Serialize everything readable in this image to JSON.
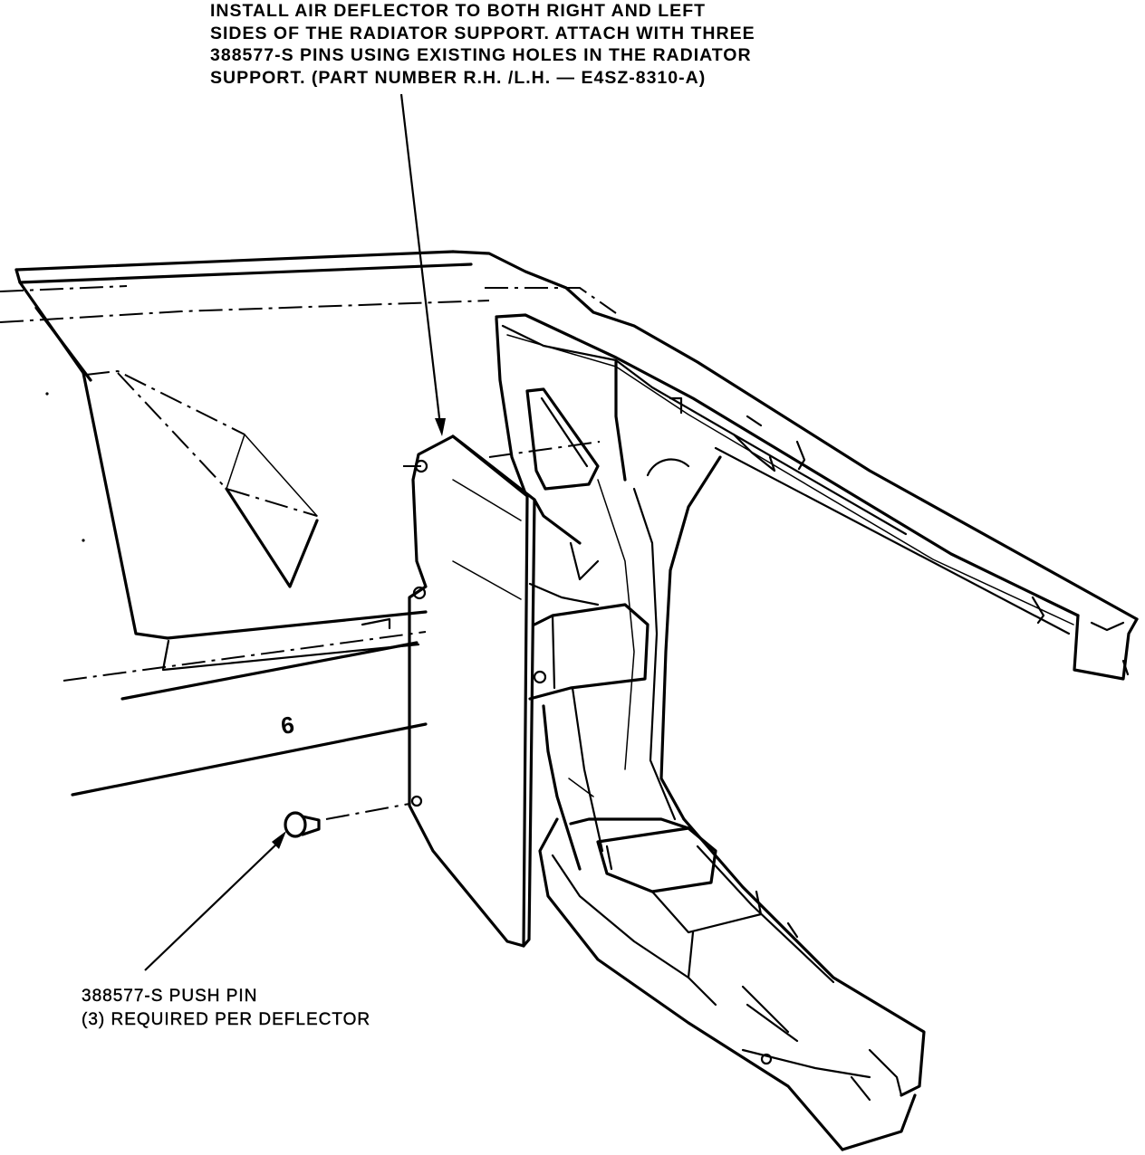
{
  "callouts": {
    "air_deflector": {
      "lines": [
        "INSTALL AIR DEFLECTOR TO BOTH RIGHT AND LEFT",
        "SIDES OF THE RADIATOR SUPPORT. ATTACH WITH THREE",
        "388577-S PINS USING EXISTING HOLES IN THE RADIATOR",
        "SUPPORT. (PART NUMBER R.H. /L.H.  — E4SZ-8310-A)"
      ]
    },
    "push_pin": {
      "lines": [
        "388577-S PUSH PIN",
        "(3) REQUIRED PER DEFLECTOR"
      ]
    }
  },
  "labels": {
    "panel_mark": "6"
  },
  "colors": {
    "ink": "#000000",
    "paper": "#ffffff"
  }
}
